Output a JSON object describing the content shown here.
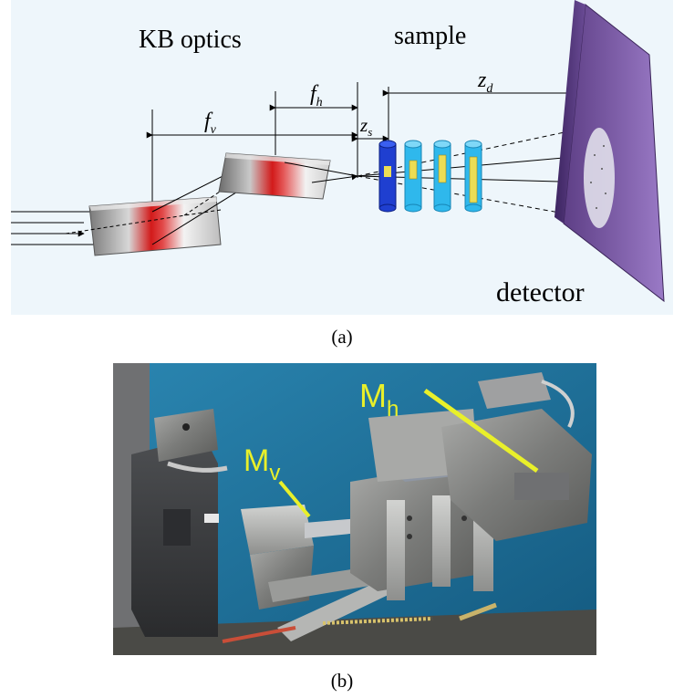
{
  "panel_a": {
    "title_kb": "KB optics",
    "title_sample": "sample",
    "label_fv": "f",
    "label_fv_sub": "v",
    "label_fh": "f",
    "label_fh_sub": "h",
    "label_zs": "z",
    "label_zs_sub": "s",
    "label_zd": "z",
    "label_zd_sub": "d",
    "label_detector": "detector",
    "caption": "(a)"
  },
  "panel_b": {
    "label_mh": "M",
    "label_mh_sub": "h",
    "label_mv": "M",
    "label_mv_sub": "v",
    "caption": "(b)"
  },
  "colors": {
    "panel_bg": "#eef6fb",
    "mirror_red": "#d21a1a",
    "capillary_dark": "#1f3fd0",
    "capillary_light": "#2fb8ec",
    "sample_fill": "#ecdd55",
    "detector": "#7b5aa6",
    "photo_bg": "#1d6f9a",
    "annotation_yellow": "#e9f02a"
  }
}
